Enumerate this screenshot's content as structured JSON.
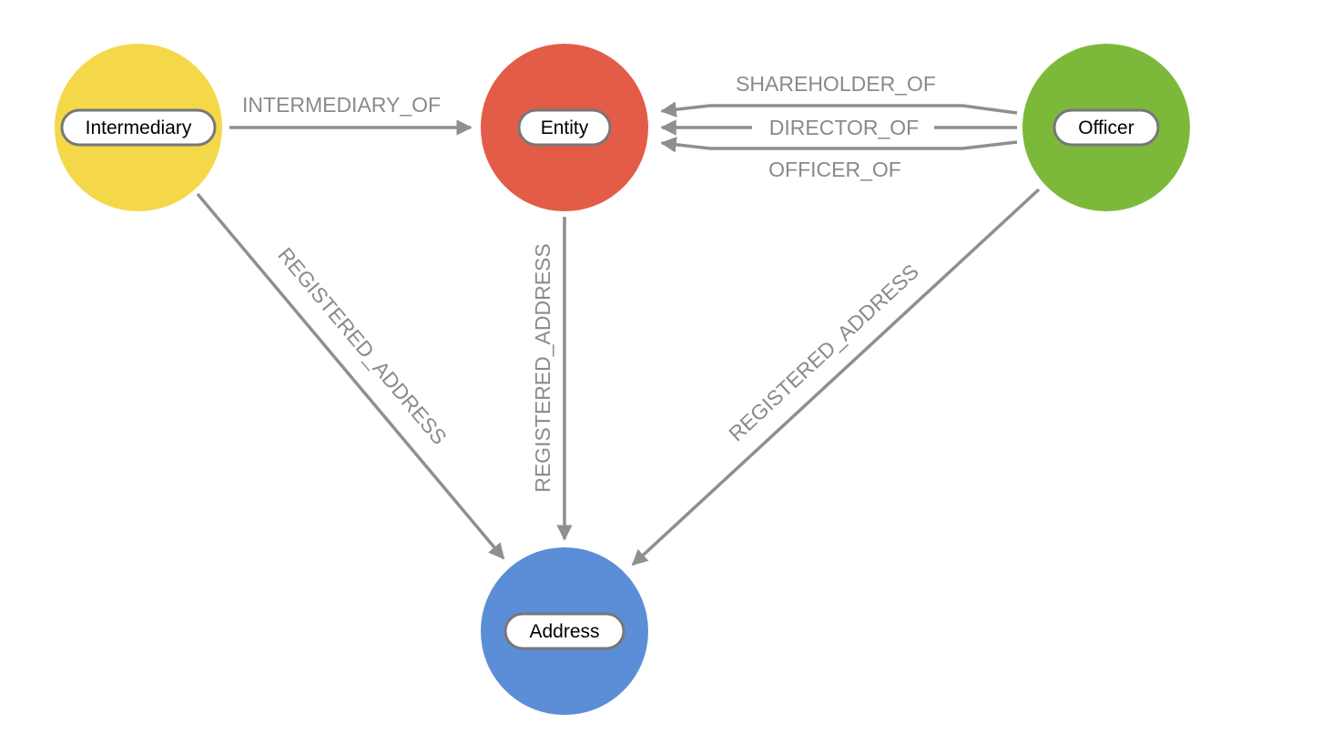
{
  "nodes": {
    "intermediary": {
      "label": "Intermediary",
      "color": "#f4d84a"
    },
    "entity": {
      "label": "Entity",
      "color": "#e35c47"
    },
    "officer": {
      "label": "Officer",
      "color": "#7cb93a"
    },
    "address": {
      "label": "Address",
      "color": "#5b8ed6"
    }
  },
  "edges": {
    "intermediary_of": "INTERMEDIARY_OF",
    "shareholder_of": "SHAREHOLDER_OF",
    "director_of": "DIRECTOR_OF",
    "officer_of": "OFFICER_OF",
    "intermediary_registered_address": "REGISTERED_ADDRESS",
    "entity_registered_address": "REGISTERED_ADDRESS",
    "officer_registered_address": "REGISTERED_ADDRESS"
  },
  "edge_color": "#8f8f8f"
}
